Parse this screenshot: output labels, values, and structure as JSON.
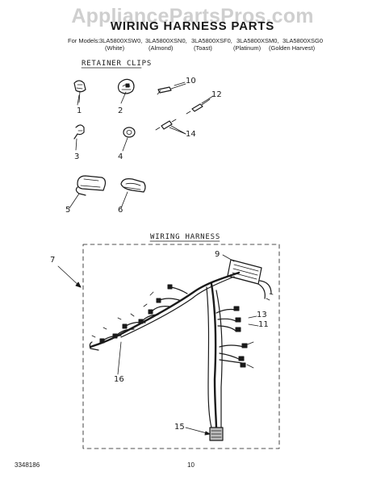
{
  "watermark": "AppliancePartsPros.com",
  "title": "WIRING HARNESS PARTS",
  "models": {
    "label": "For Models:",
    "codes": [
      "3LA5800XSW0,",
      "3LA5800XSN0,",
      "3LA5800XSF0,",
      "3LA5800XSM0,",
      "3LA5800XSG0"
    ],
    "colors": [
      "(White)",
      "(Almond)",
      "(Toast)",
      "(Platinum)",
      "(Golden Harvest)"
    ]
  },
  "sections": {
    "retainer_clips": "RETAINER CLIPS",
    "wiring_harness": "WIRING HARNESS"
  },
  "callouts": [
    "1",
    "2",
    "3",
    "4",
    "5",
    "6",
    "7",
    "9",
    "10",
    "11",
    "12",
    "13",
    "14",
    "15",
    "16"
  ],
  "footer": {
    "document_number": "3348186",
    "page_number": "10"
  }
}
